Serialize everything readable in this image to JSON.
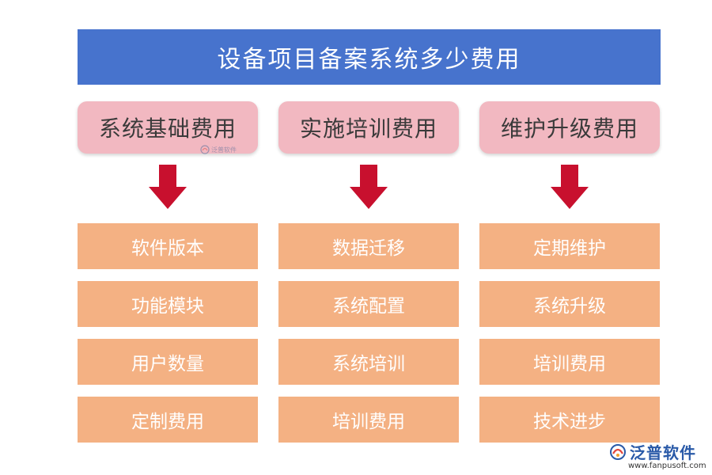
{
  "title": "设备项目备案系统多少费用",
  "columns": [
    {
      "header": "系统基础费用",
      "items": [
        "软件版本",
        "功能模块",
        "用户数量",
        "定制费用"
      ]
    },
    {
      "header": "实施培训费用",
      "items": [
        "数据迁移",
        "系统配置",
        "系统培训",
        "培训费用"
      ]
    },
    {
      "header": "维护升级费用",
      "items": [
        "定期维护",
        "系统升级",
        "培训费用",
        "技术进步"
      ]
    }
  ],
  "watermark": {
    "small_text": "泛普软件"
  },
  "brand": {
    "name": "泛普软件",
    "url": "www.fanpusoft.com",
    "icon": "fanpu-logo-icon"
  },
  "colors": {
    "title_bg": "#4773cd",
    "header_bg": "#f2b8c1",
    "item_bg": "#f4b183",
    "arrow": "#c8102e"
  }
}
